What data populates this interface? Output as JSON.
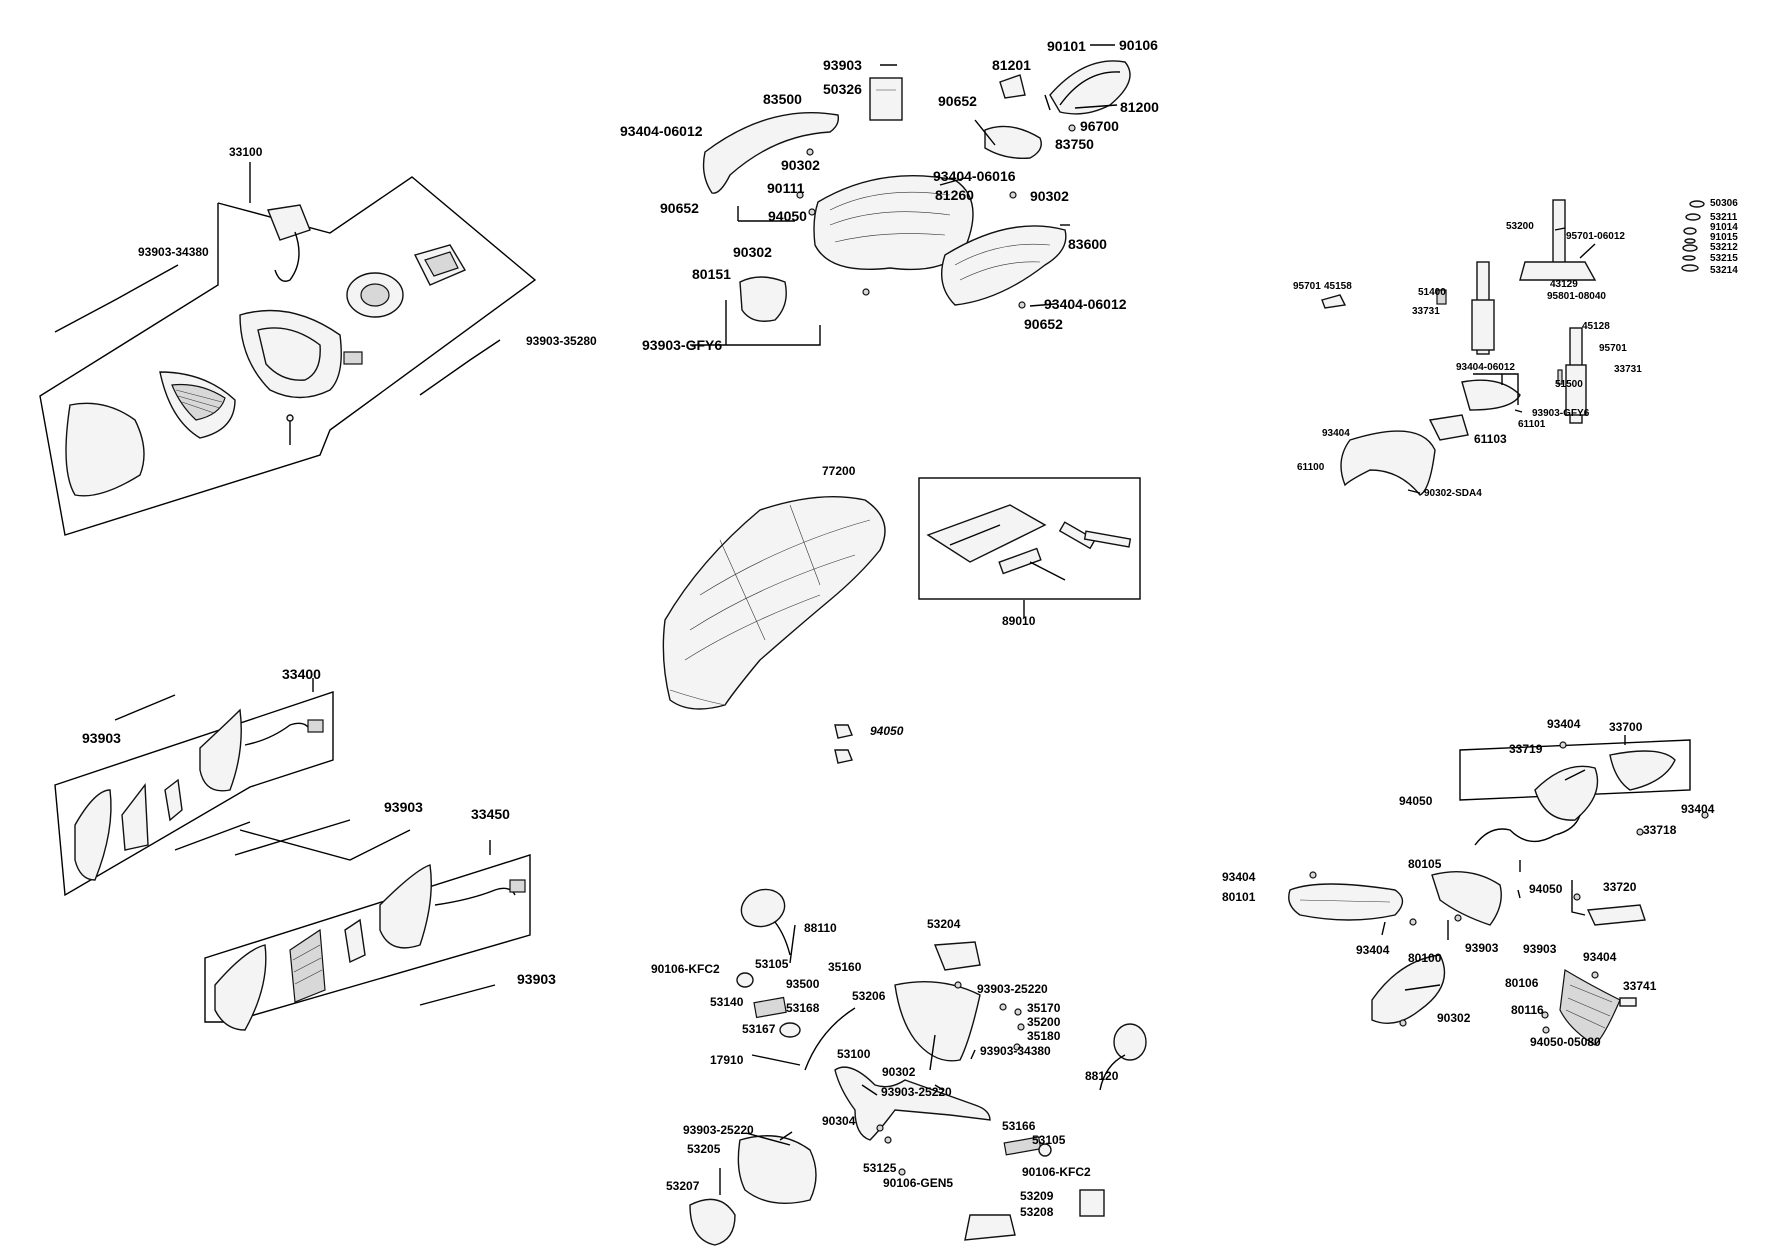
{
  "diagram": {
    "groups": [
      {
        "id": "headlight",
        "labels": [
          "33100",
          "93903-34380",
          "93903-35280"
        ]
      },
      {
        "id": "storage-box",
        "labels": [
          "93903",
          "50326",
          "83500",
          "93404-06012",
          "90302",
          "90111",
          "94050",
          "90652",
          "90302",
          "80151",
          "93903-GFY6",
          "81201",
          "90101",
          "90106",
          "81200",
          "96700",
          "90652",
          "83750",
          "93404-06016",
          "81260",
          "90302",
          "83600",
          "93404-06012",
          "90652"
        ]
      },
      {
        "id": "front-fork",
        "labels": [
          "53200",
          "95701-06012",
          "50306",
          "53211",
          "91014",
          "91015",
          "53212",
          "53215",
          "53214",
          "95701",
          "45158",
          "51400",
          "33731",
          "43129",
          "95801-08040",
          "45128",
          "95701",
          "33731",
          "51500",
          "93404-06012",
          "93903-GFY6",
          "61101",
          "93404",
          "61103",
          "61100",
          "90302-SDA4"
        ]
      },
      {
        "id": "seat",
        "labels": [
          "77200",
          "89010",
          "94050"
        ]
      },
      {
        "id": "winkers",
        "labels": [
          "33400",
          "93903",
          "93903",
          "33450",
          "93903"
        ]
      },
      {
        "id": "handlebar",
        "labels": [
          "88110",
          "90106-KFC2",
          "53105",
          "93500",
          "53140",
          "53168",
          "53167",
          "35160",
          "53204",
          "53206",
          "93903-25220",
          "35170",
          "35200",
          "35180",
          "93903-34380",
          "17910",
          "53100",
          "90302",
          "93903-25220",
          "88120",
          "93903-25220",
          "53205",
          "90304",
          "53166",
          "53105",
          "53207",
          "53125",
          "90106-GEN5",
          "90106-KFC2",
          "53209",
          "53208"
        ]
      },
      {
        "id": "tail",
        "labels": [
          "93404",
          "33700",
          "33719",
          "94050",
          "93404",
          "33718",
          "94050",
          "33720",
          "93404",
          "80105",
          "80101",
          "93404",
          "93903",
          "80100",
          "90302",
          "93903",
          "93404",
          "80106",
          "33741",
          "80116",
          "94050-05080"
        ]
      }
    ]
  }
}
